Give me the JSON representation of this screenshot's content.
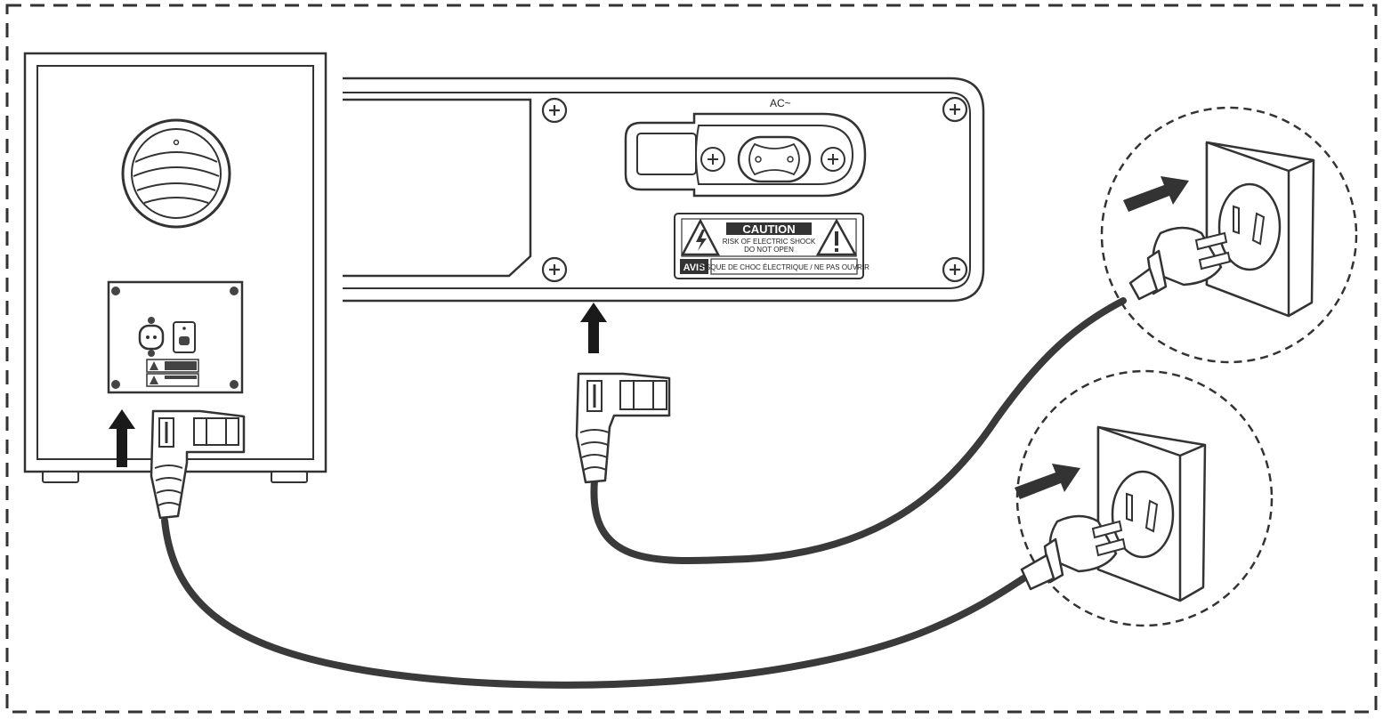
{
  "soundbar": {
    "ac_label": "AC~",
    "caution_title": "CAUTION",
    "caution_line1": "RISK OF ELECTRIC SHOCK",
    "caution_line2": "DO NOT OPEN",
    "avis_label": "AVIS",
    "avis_text": "RISQUE DE CHOC ÉLECTRIQUE / NE PAS OUVRIR"
  },
  "icons": {
    "arrows": [
      "arrow-up-icon",
      "arrow-up-icon",
      "arrow-right-icon",
      "arrow-right-icon"
    ],
    "plugs": [
      "iec-c7-plug-icon",
      "iec-c7-plug-icon",
      "wall-plug-icon",
      "wall-plug-icon"
    ],
    "sockets": [
      "wall-outlet-icon",
      "wall-outlet-icon"
    ],
    "warnings": [
      "lightning-warning-icon",
      "exclamation-warning-icon"
    ]
  },
  "colors": {
    "line": "#333333",
    "cable": "#3a3a3a",
    "arrow": "#1a1a1a",
    "label_dark": "#333333"
  }
}
